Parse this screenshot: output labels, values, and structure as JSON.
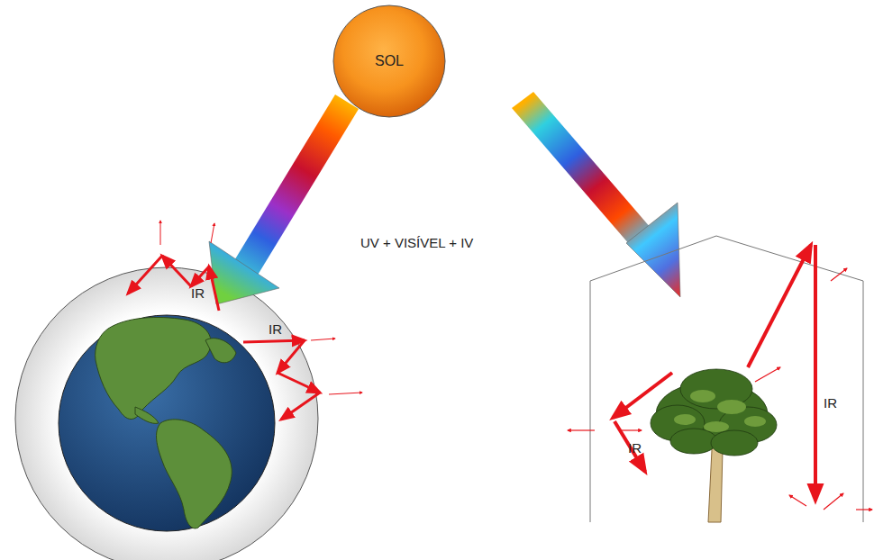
{
  "diagram": {
    "nodes": [
      {
        "text": [
          "SOL"
        ]
      }
    ],
    "labels": [
      "UV + VISÍVEL + IV",
      "IR",
      "IR",
      "IR",
      "IR"
    ]
  }
}
